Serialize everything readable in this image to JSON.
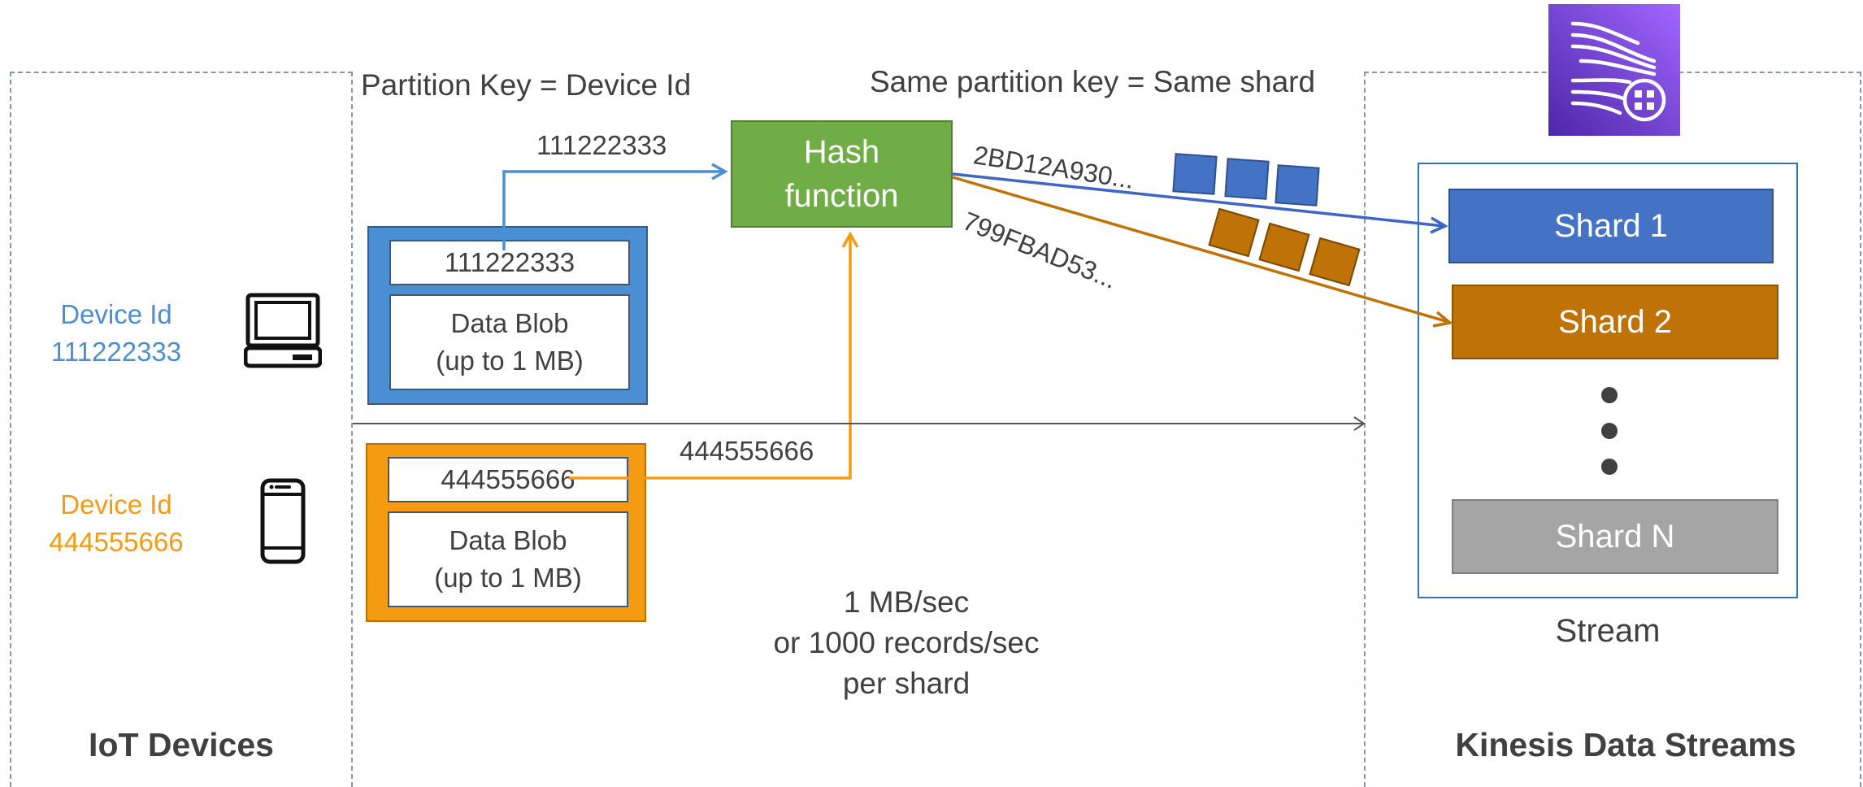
{
  "zones": {
    "devices_title": "IoT Devices",
    "kinesis_title": "Kinesis Data Streams"
  },
  "devices": [
    {
      "label": "Device Id",
      "id": "111222333",
      "color": "#4a8fd4",
      "icon": "laptop-icon"
    },
    {
      "label": "Device Id",
      "id": "444555666",
      "color": "#f59b12",
      "icon": "smartphone-icon"
    }
  ],
  "records": [
    {
      "partition_key": "111222333",
      "blob_line1": "Data Blob",
      "blob_line2": "(up to 1 MB)",
      "color": "#4a8fd4"
    },
    {
      "partition_key": "444555666",
      "blob_line1": "Data Blob",
      "blob_line2": "(up to 1 MB)",
      "color": "#f59b12"
    }
  ],
  "labels": {
    "partition_key_rule": "Partition Key = Device Id",
    "same_key_rule": "Same partition key = Same shard",
    "arrow_key_1": "111222333",
    "arrow_key_2": "444555666",
    "hash_1": "2BD12A930...",
    "hash_2": "799FBAD53...",
    "throughput_line1": "1 MB/sec",
    "throughput_line2": "or 1000 records/sec",
    "throughput_line3": "per shard"
  },
  "hash_function": {
    "line1": "Hash",
    "line2": "function",
    "color": "#70ad47"
  },
  "stream": {
    "label": "Stream",
    "shards": [
      {
        "name": "Shard 1",
        "color": "#4472c4"
      },
      {
        "name": "Shard 2",
        "color": "#bf7206"
      },
      {
        "name": "Shard N",
        "color": "#a5a5a5"
      }
    ]
  },
  "service_icon": "kinesis-data-streams-icon"
}
